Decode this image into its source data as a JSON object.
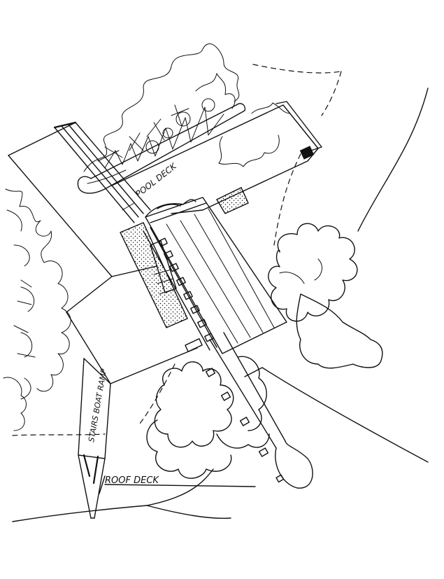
{
  "labels": {
    "pool_deck": "POOL DECK",
    "stairs_boat_ramp": "STAIRS BOAT RAMP",
    "roof_deck": "ROOF DECK"
  },
  "colors": {
    "ink": "#111111",
    "paper": "#ffffff"
  }
}
